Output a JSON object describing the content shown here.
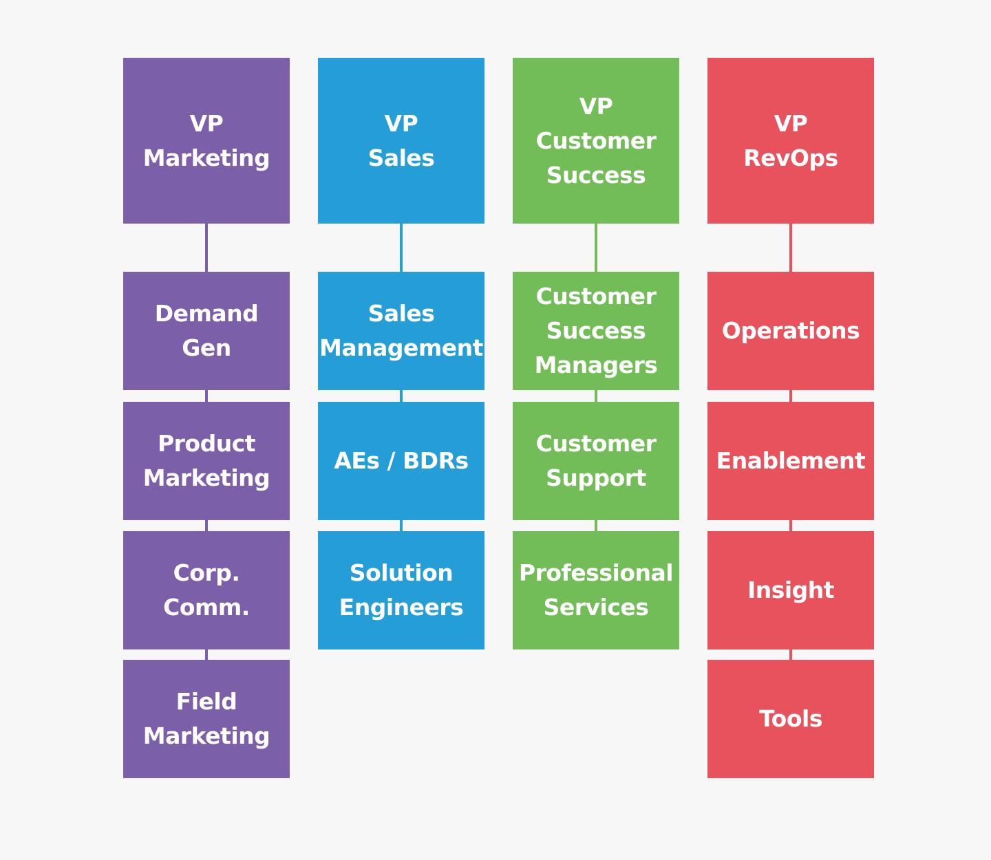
{
  "colors": {
    "background": "#f7f7f7",
    "marketing": "#7b5fa8",
    "sales": "#259dd6",
    "customer_success": "#72bd58",
    "revops": "#e8525d",
    "text": "#ffffff"
  },
  "columns": [
    {
      "vp": "VP\nMarketing",
      "color": "#7b5fa8",
      "teams": [
        "Demand\nGen",
        "Product\nMarketing",
        "Corp.\nComm.",
        "Field\nMarketing"
      ]
    },
    {
      "vp": "VP\nSales",
      "color": "#259dd6",
      "teams": [
        "Sales\nManagement",
        "AEs / BDRs",
        "Solution\nEngineers"
      ]
    },
    {
      "vp": "VP\nCustomer\nSuccess",
      "color": "#72bd58",
      "teams": [
        "Customer\nSuccess\nManagers",
        "Customer\nSupport",
        "Professional\nServices"
      ]
    },
    {
      "vp": "VP\nRevOps",
      "color": "#e8525d",
      "teams": [
        "Operations",
        "Enablement",
        "Insight",
        "Tools"
      ]
    }
  ]
}
